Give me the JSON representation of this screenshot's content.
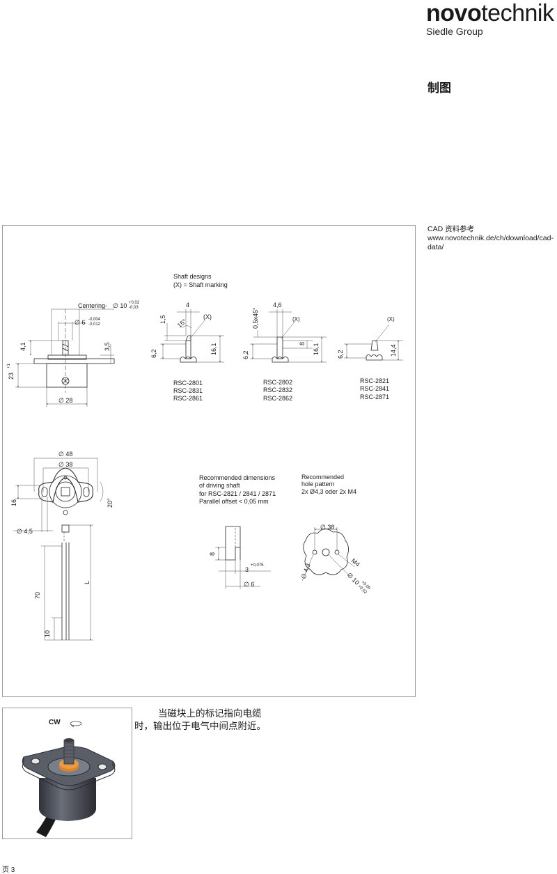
{
  "header": {
    "logo_bold": "novo",
    "logo_regular": "technik",
    "logo_sub": "Siedle Group",
    "section_title": "制图"
  },
  "cad_note": "CAD 资料参考 www.novotechnik.de/ch/download/cad-data/",
  "drawing": {
    "shaft_designs_title": "Shaft designs",
    "shaft_marking_legend": "(X) = Shaft marking",
    "dim_centering": "Centering-",
    "dim_phi10": "∅ 10",
    "dim_tol_plus002": "+0,02",
    "dim_tol_minus003": "-0,03",
    "dim_phi6": "∅ 6",
    "dim_tol_minus0004": "-0,004",
    "dim_tol_minus0012": "-0,012",
    "dim_4_1": "4,1",
    "dim_3_5": "3,5",
    "dim_23": "23",
    "dim_23_tol": "+1",
    "dim_phi28": "∅ 28",
    "shaft1_width": "4",
    "shaft1_1_5": "1,5",
    "shaft1_angle": "15°",
    "shaft_x": "(X)",
    "shaft1_6_2": "6,2",
    "shaft1_16_1": "16,1",
    "shaft1_models": [
      "RSC-2801",
      "RSC-2831",
      "RSC-2861"
    ],
    "shaft2_width": "4,6",
    "shaft2_chamfer": "0,5x45°",
    "shaft2_x": "(X)",
    "shaft2_8": "8",
    "shaft2_6_2": "6,2",
    "shaft2_16_1": "16,1",
    "shaft2_models": [
      "RSC-2802",
      "RSC-2832",
      "RSC-2862"
    ],
    "shaft3_x": "(X)",
    "shaft3_6_2": "6,2",
    "shaft3_14_4": "14,4",
    "shaft3_models": [
      "RSC-2821",
      "RSC-2841",
      "RSC-2871"
    ],
    "dim_phi48": "∅ 48",
    "dim_phi38": "∅ 38",
    "dim_16": "16",
    "dim_20deg": "20°",
    "dim_phi4_5": "∅ 4,5",
    "dim_70": "70",
    "dim_L": "L",
    "dim_10": "10",
    "driving_shaft_lines": [
      "Recommended dimensions",
      "of driving shaft",
      "for RSC-2821 / 2841 / 2871",
      "Parallel offset < 0,05 mm"
    ],
    "drive_8": "8",
    "drive_3": "3",
    "drive_3_tol": "+0,075",
    "drive_phi6": "∅ 6",
    "hole_pattern_lines": [
      "Recommended",
      "hole pattern",
      "2x Ø4,3 oder 2x M4"
    ],
    "hole_phi38": "∅ 38",
    "hole_m4": "M4",
    "hole_phi4_3": "∅ 4,3",
    "hole_phi10": "∅ 10",
    "hole_phi10_tol_plus": "+0,05",
    "hole_phi10_tol_minus": "+0,02"
  },
  "photo": {
    "cw_label": "CW"
  },
  "note_text": "当磁块上的标记指向电缆时，输出位于电气中间点附近。",
  "page_number": "页 3",
  "colors": {
    "border": "#9a9a9a",
    "line": "#222222",
    "housing": "#4a4d55",
    "ring": "#d9832b"
  }
}
